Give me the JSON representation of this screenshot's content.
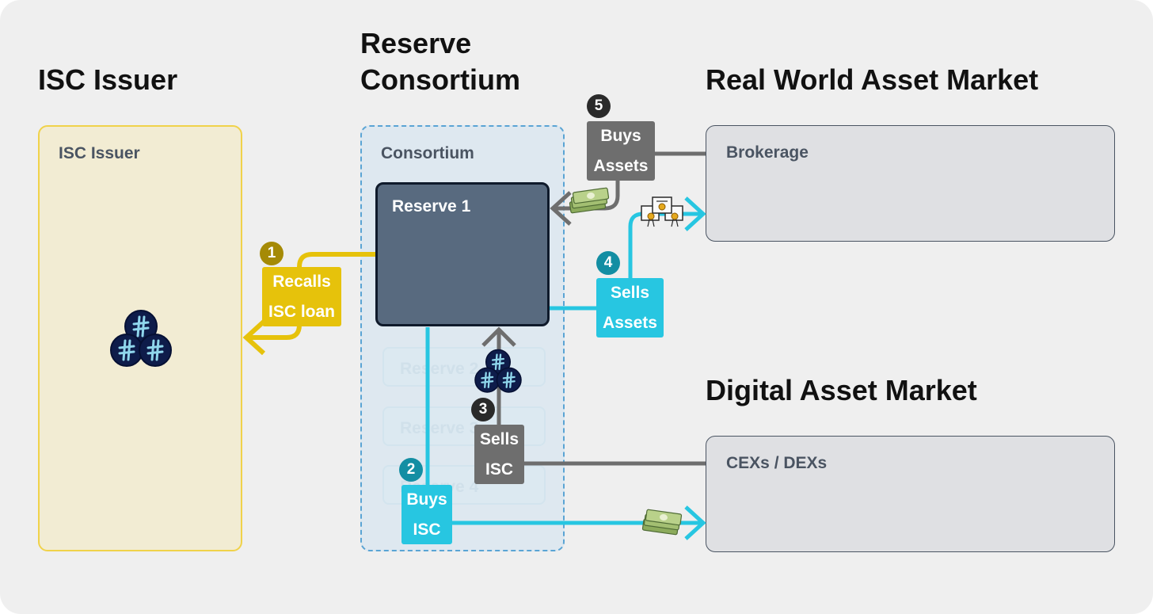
{
  "headings": {
    "issuer": "ISC Issuer",
    "reserve_line1": "Reserve",
    "reserve_line2": "Consortium",
    "rwa_market": "Real World Asset Market",
    "digital_market": "Digital Asset Market"
  },
  "panels": {
    "issuer_label": "ISC Issuer",
    "consortium_label": "Consortium",
    "reserve1_label": "Reserve 1",
    "ghost_reserves": [
      "Reserve 2",
      "Reserve 3",
      "Reserve 4"
    ],
    "brokerage_label": "Brokerage",
    "exchanges_label": "CEXs / DEXs"
  },
  "steps": [
    {
      "number": "1",
      "line1": "Recalls",
      "line2": "ISC loan"
    },
    {
      "number": "2",
      "line1": "Buys",
      "line2": "ISC"
    },
    {
      "number": "3",
      "line1": "Sells",
      "line2": "ISC"
    },
    {
      "number": "4",
      "line1": "Sells",
      "line2": "Assets"
    },
    {
      "number": "5",
      "line1": "Buys",
      "line2": "Assets"
    }
  ],
  "icons": {
    "token_cluster": "isc-token-cluster-icon",
    "cash_stack": "cash-stack-icon",
    "certificate": "asset-certificate-icon"
  },
  "colors": {
    "canvas": "#efefef",
    "issuer_fill": "#f2ecd3",
    "issuer_border": "#f0d24a",
    "consortium_fill": "#dee8f0",
    "consortium_border": "#5aa4d4",
    "reserve_fill": "#586a7f",
    "reserve_border": "#0f1a2b",
    "market_fill": "#dfe0e3",
    "market_border": "#4a5462",
    "yellow_flow": "#e6c20b",
    "cyan_flow": "#27c6e1",
    "gray_flow": "#6e6e6e",
    "badge_yellow": "#a58a06",
    "badge_teal": "#138ea3",
    "badge_dark": "#2a2a2a",
    "token_fill": "#0e1c4a",
    "token_glyph": "#8fd6ec"
  }
}
